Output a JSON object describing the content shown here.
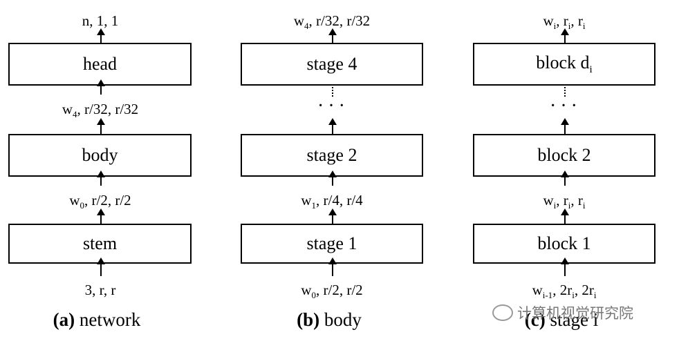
{
  "panel_a": {
    "top_label": "n, 1, 1",
    "boxes": [
      "head",
      "body",
      "stem"
    ],
    "between_labels": [
      "w4, r/32, r/32",
      "w0, r/2, r/2"
    ],
    "bottom_label": "3, r, r",
    "caption_bold": "(a)",
    "caption_text": " network"
  },
  "panel_b": {
    "top_label": "w4, r/32, r/32",
    "boxes": [
      "stage 4",
      "stage 2",
      "stage 1"
    ],
    "between_labels": [
      "w1, r/4, r/4"
    ],
    "ellipsis": "···",
    "bottom_label": "w0, r/2, r/2",
    "caption_bold": "(b)",
    "caption_text": " body"
  },
  "panel_c": {
    "top_label": "wi, ri, ri",
    "boxes": [
      "block di",
      "block 2",
      "block 1"
    ],
    "between_labels": [
      "wi, ri, ri"
    ],
    "ellipsis": "···",
    "bottom_label": "wi-1, 2ri, 2ri",
    "caption_bold": "(c)",
    "caption_text": " stage i"
  },
  "watermark": "计算机视觉研究院"
}
